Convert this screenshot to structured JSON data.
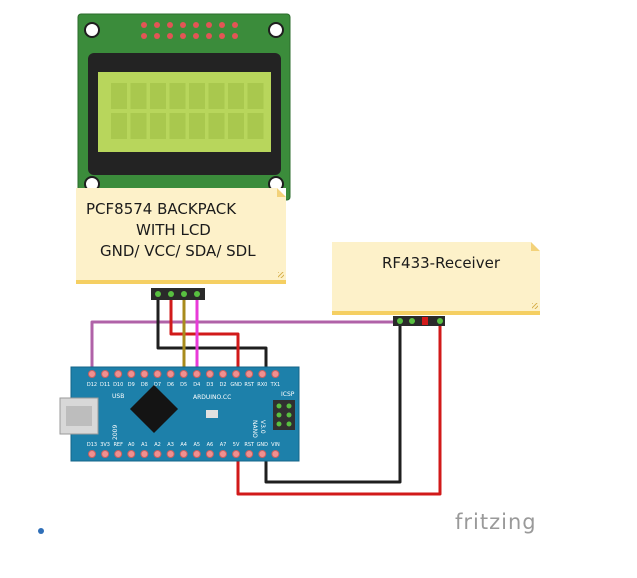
{
  "lcd_note": {
    "line1": "PCF8574 BACKPACK",
    "line2": "WITH LCD",
    "line3": "GND/ VCC/ SDA/ SDL"
  },
  "receiver_note": {
    "label": "RF433-Receiver"
  },
  "board": {
    "top_pins": [
      "D12",
      "D11",
      "D10",
      "D9",
      "D8",
      "D7",
      "D6",
      "D5",
      "D4",
      "D3",
      "D2",
      "GND",
      "RST",
      "RX0",
      "TX1"
    ],
    "bottom_pins": [
      "D13",
      "3V3",
      "REF",
      "A0",
      "A1",
      "A2",
      "A3",
      "A4",
      "A5",
      "A6",
      "A7",
      "5V",
      "RST",
      "GND",
      "VIN"
    ],
    "texts": [
      "USB",
      "ARDUINO.CC",
      "NANO",
      "V3.0",
      "ICSP",
      "2009"
    ]
  },
  "branding": {
    "logo": "fritzing"
  },
  "colors": {
    "wire_black": "#1f1f1f",
    "wire_red": "#d11a1a",
    "wire_yellow": "#a88b1c",
    "wire_magenta": "#e83ad8",
    "wire_purple": "#b062a8",
    "board": "#1d7fa8",
    "lcd_pcb": "#3a8a3a",
    "lcd_screen": "#b7d65a"
  }
}
